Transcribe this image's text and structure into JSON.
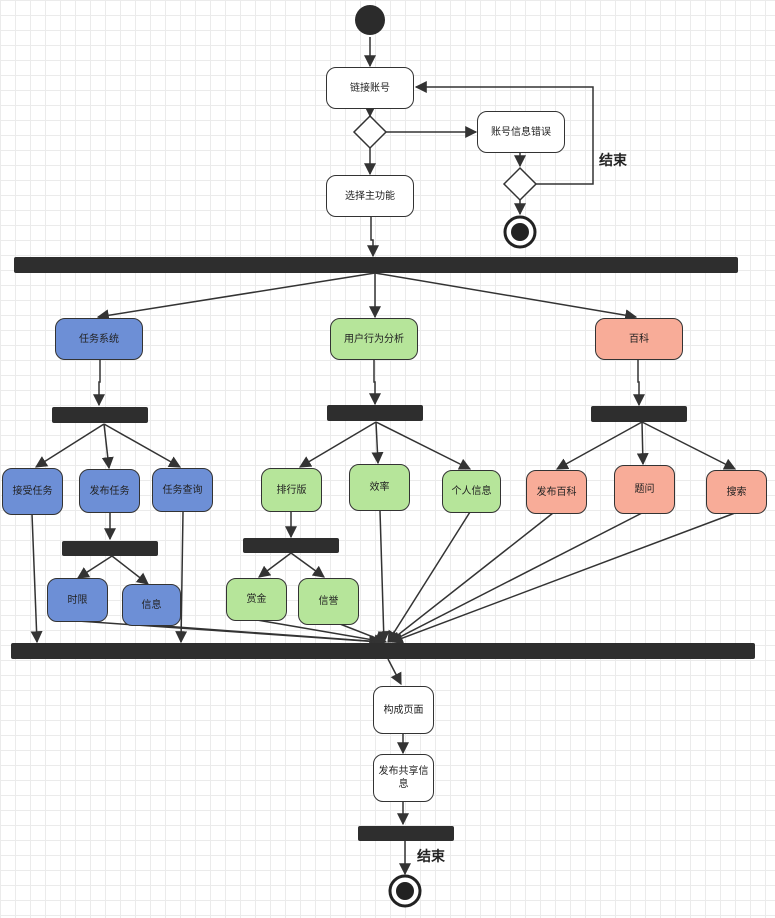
{
  "nodes": {
    "link_account": "链接账号",
    "account_error": "账号信息错误",
    "select_main": "选择主功能",
    "task_system": "任务系统",
    "user_behavior": "用户行为分析",
    "encyclopedia": "百科",
    "accept_task": "接受任务",
    "publish_task": "发布任务",
    "query_task": "任务查询",
    "time_limit": "时限",
    "info": "信息",
    "leaderboard": "排行版",
    "efficiency": "效率",
    "personal_info": "个人信息",
    "bounty": "赏金",
    "reputation": "信誉",
    "publish_wiki": "发布百科",
    "question": "题问",
    "search": "搜索",
    "build_page": "构成页面",
    "publish_share": "发布共享信息"
  },
  "labels": {
    "end_1": "结束",
    "end_2": "结束"
  },
  "colors": {
    "blue": "#6d8fd6",
    "green": "#b6e59a",
    "red": "#f8ac98",
    "bar": "#2e2e2e"
  }
}
